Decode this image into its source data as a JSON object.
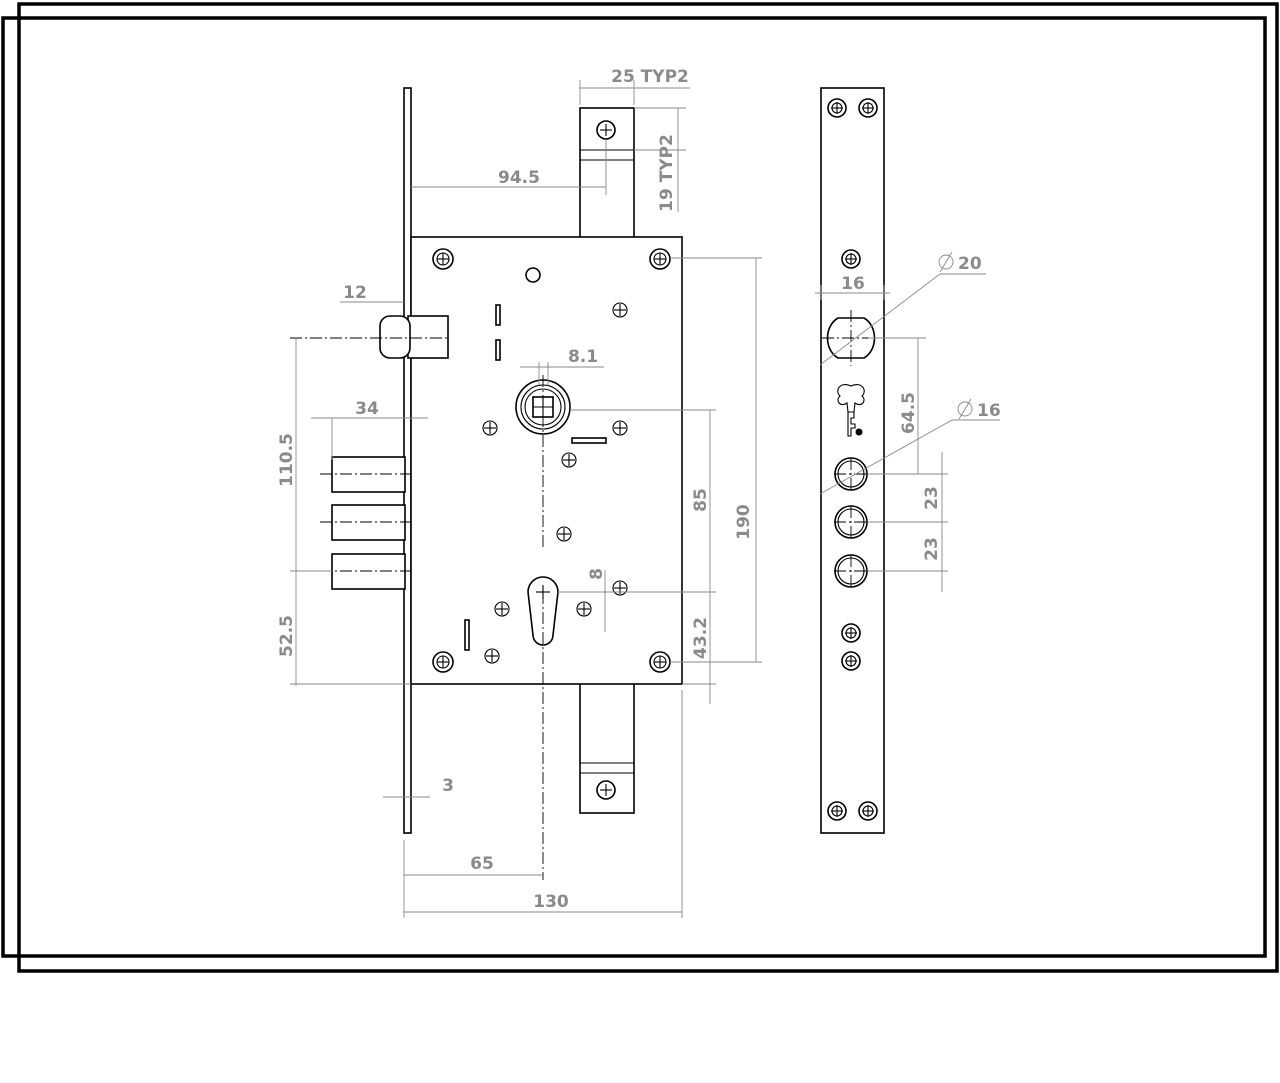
{
  "colors": {
    "outline": "#000000",
    "dimension": "#8a8a8a",
    "background": "#ffffff"
  },
  "icons": {
    "key_logo": "key-icon"
  },
  "dimensions": {
    "typ_width": "25 TYP2",
    "typ_height": "19 TYP2",
    "bolt_offset": "94.5",
    "latch_depth": "12",
    "bolt_depth": "34",
    "bolt_spacing": "110.5",
    "lower_height": "52.5",
    "spindle": "8.1",
    "spindle_to_cylinder": "85",
    "case_height": "190",
    "cylinder_offset": "8",
    "cylinder_to_bottom": "43.2",
    "faceplate_thickness": "3",
    "backset": "65",
    "case_width": "130",
    "front_width": "16",
    "latch_diameter": "20",
    "bolt_diameter": "16",
    "latch_to_bolt": "64.5",
    "bolt_pitch_1": "23",
    "bolt_pitch_2": "23"
  }
}
